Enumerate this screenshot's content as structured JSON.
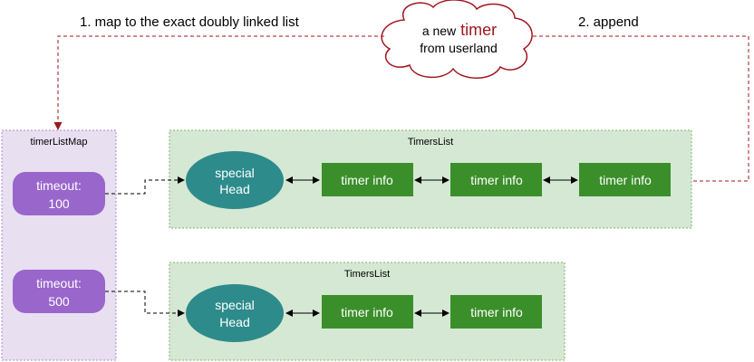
{
  "step1": "1. map to the exact doubly linked list",
  "step2": "2. append",
  "cloud": {
    "line1_prefix": "a new",
    "line1_highlight": "timer",
    "line2": "from userland"
  },
  "map": {
    "title": "timerListMap",
    "entries": [
      {
        "line1": "timeout:",
        "line2": "100"
      },
      {
        "line1": "timeout:",
        "line2": "500"
      }
    ]
  },
  "lists": [
    {
      "title": "TimersList",
      "head_line1": "special",
      "head_line2": "Head",
      "nodes": [
        "timer info",
        "timer info",
        "timer info"
      ]
    },
    {
      "title": "TimersList",
      "head_line1": "special",
      "head_line2": "Head",
      "nodes": [
        "timer info",
        "timer info"
      ]
    }
  ],
  "colors": {
    "map_fill": "#e8dff1",
    "map_stroke": "#a78bc9",
    "pill": "#9966cc",
    "list_fill": "#d5e8d4",
    "list_stroke": "#82b366",
    "head": "#2e8b8b",
    "node": "#3b8f2a",
    "red": "#a0171f"
  }
}
